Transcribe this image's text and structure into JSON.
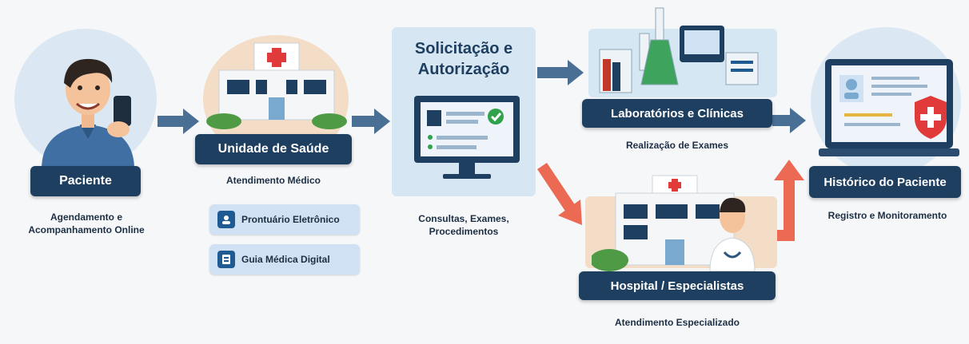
{
  "nodes": {
    "paciente": {
      "title": "Paciente",
      "caption": "Agendamento e\nAcompanhamento Online"
    },
    "unidade": {
      "title": "Unidade de Saúde",
      "caption": "Atendimento Médico"
    },
    "solicitacao": {
      "title": "Solicitação e\nAutorização",
      "caption": "Consultas, Exames,\nProcedimentos"
    },
    "laboratorios": {
      "title": "Laboratórios e Clínicas",
      "caption": "Realização de Exames"
    },
    "hospital": {
      "title": "Hospital / Especialistas",
      "caption": "Atendimento Especializado"
    },
    "historico": {
      "title": "Histórico do Paciente",
      "caption": "Registro e Monitoramento"
    }
  },
  "chips": [
    {
      "label": "Prontuário Eletrônico",
      "icon": "id-card-icon"
    },
    {
      "label": "Guia Médica Digital",
      "icon": "document-icon"
    }
  ],
  "colors": {
    "navy": "#1f3f60",
    "arrow_blue": "#4a6f94",
    "arrow_coral": "#ec6a54",
    "panel": "#d7e6f3",
    "medical_red": "#e03a3a",
    "check_green": "#2fa24b"
  }
}
